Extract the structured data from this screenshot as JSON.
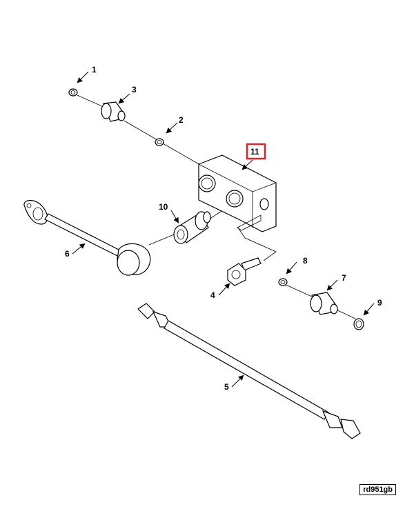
{
  "callouts": [
    {
      "id": "1",
      "text": "1"
    },
    {
      "id": "2",
      "text": "2"
    },
    {
      "id": "3",
      "text": "3"
    },
    {
      "id": "4",
      "text": "4"
    },
    {
      "id": "5",
      "text": "5"
    },
    {
      "id": "6",
      "text": "6"
    },
    {
      "id": "7",
      "text": "7"
    },
    {
      "id": "8",
      "text": "8"
    },
    {
      "id": "9",
      "text": "9"
    },
    {
      "id": "10",
      "text": "10"
    },
    {
      "id": "11",
      "text": "11"
    }
  ],
  "highlight_color": "#d9262b",
  "reference_code": "rd951gb"
}
